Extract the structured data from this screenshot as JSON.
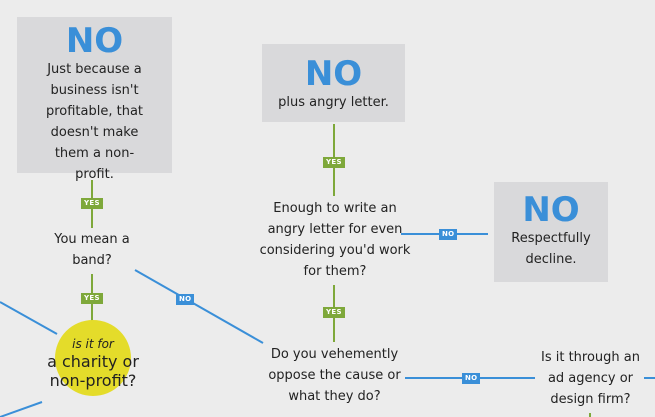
{
  "boxes": [
    {
      "title": "NO",
      "text": "Just because a business isn't profitable, that doesn't make them a non-profit."
    },
    {
      "title": "NO",
      "text": "plus angry letter."
    },
    {
      "title": "NO",
      "text": "Respectfully decline."
    }
  ],
  "questions": {
    "band": "You mean a band?",
    "angry": "Enough to write an angry letter for even considering you'd work for them?",
    "oppose": "Do you vehemently oppose the cause or what they do?",
    "agency": "Is it through an ad agency or design firm?",
    "charity_small": "is it for",
    "charity_big": "a charity or non-profit?"
  },
  "labels": {
    "yes": "YES",
    "no": "NO"
  },
  "colors": {
    "blue": "#3a8fd8",
    "green": "#7ea83a",
    "yellow": "#e4dc2a",
    "box": "#d9d9db"
  }
}
